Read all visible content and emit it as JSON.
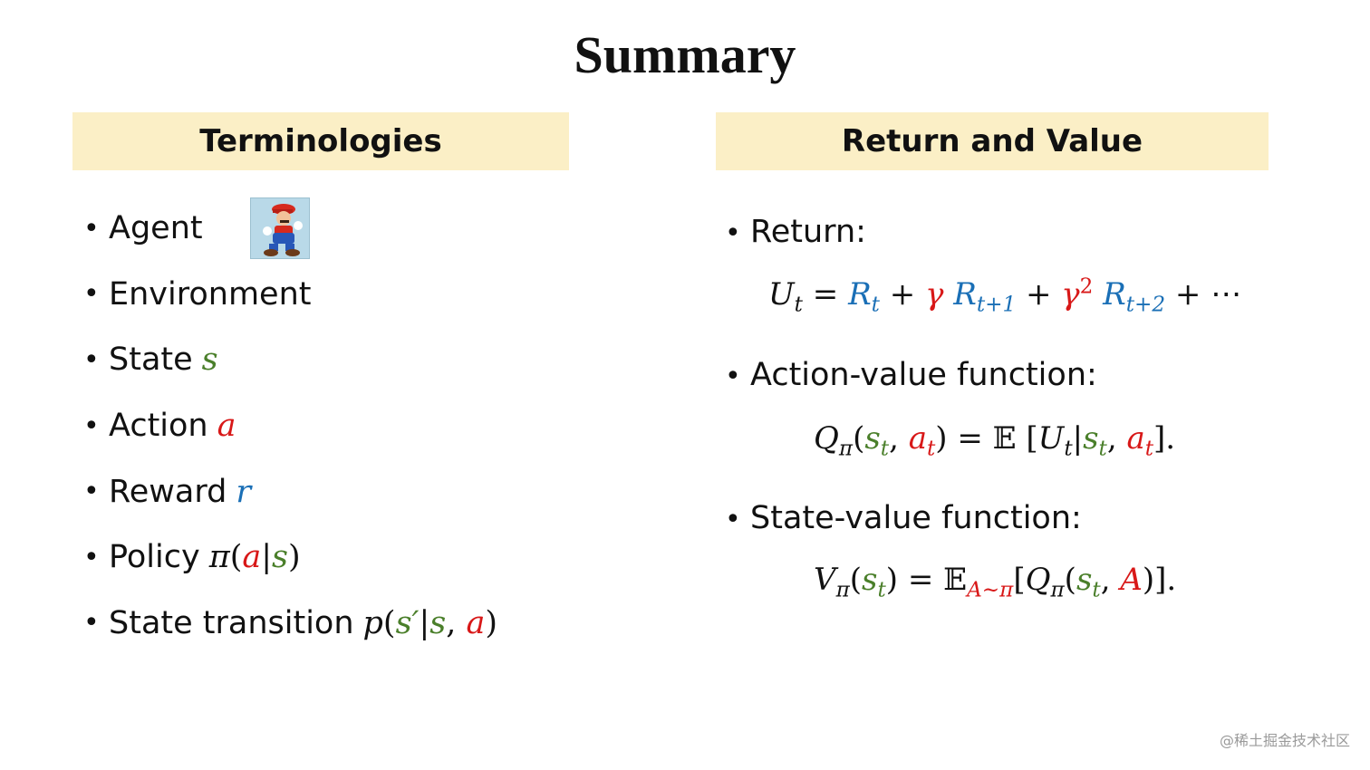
{
  "title": "Summary",
  "left_panel": {
    "heading": "Terminologies",
    "items": {
      "agent": "Agent",
      "environment": "Environment",
      "state": "State",
      "action": "Action",
      "reward": "Reward",
      "policy": "Policy",
      "transition": "State transition"
    }
  },
  "right_panel": {
    "heading": "Return and Value",
    "return_label": "Return:",
    "action_value_label": "Action-value function:",
    "state_value_label": "State-value function:"
  },
  "symbols": {
    "bullet": "•",
    "s": "s",
    "a": "a",
    "r": "r",
    "pi": "π",
    "U": "U",
    "R": "R",
    "Q": "Q",
    "V": "V",
    "A": "A",
    "gamma": "γ",
    "E": "𝔼",
    "t": "t",
    "t1": "t+1",
    "t2": "t+2",
    "sq": "2",
    "dots": "⋯",
    "sub_A_pi": "A~π"
  },
  "watermark": "@稀土掘金技术社区",
  "colors": {
    "heading_bg": "#fbefc6",
    "green": "#4a7f2a",
    "red": "#d81818",
    "blue": "#1a6fb6"
  },
  "icons": {
    "agent_image": "mario-character-icon"
  }
}
